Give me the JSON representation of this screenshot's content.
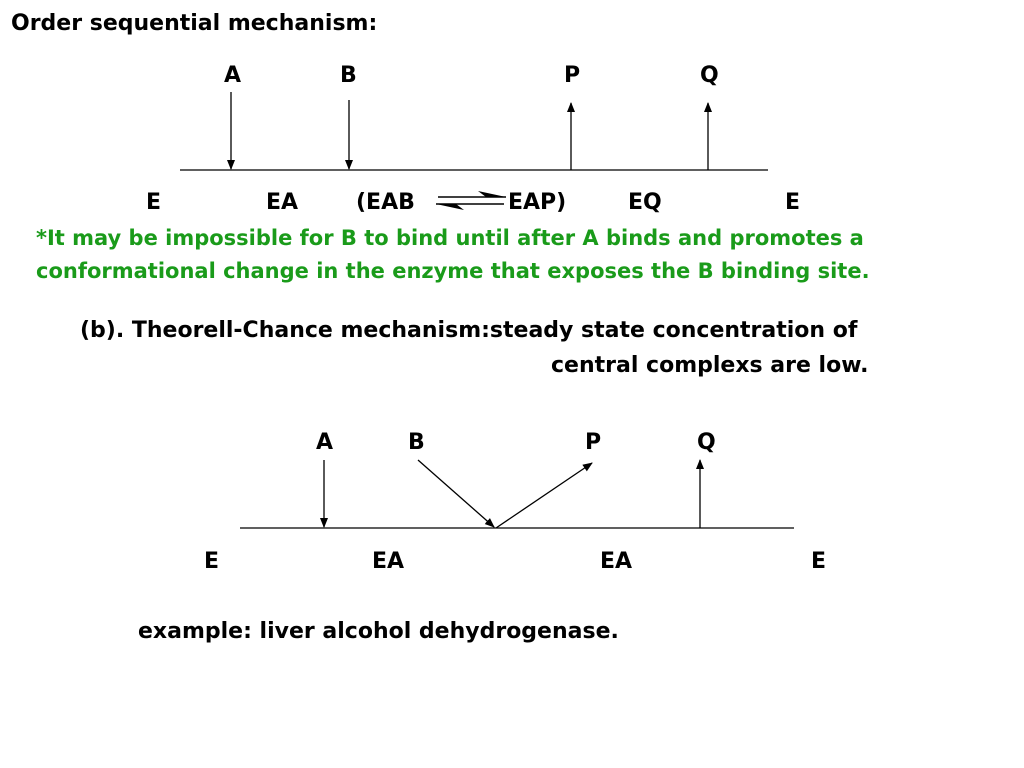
{
  "heading": "Order sequential mechanism:",
  "diagram1": {
    "substrates": [
      "A",
      "B"
    ],
    "products": [
      "P",
      "Q"
    ],
    "species": {
      "e_start": "E",
      "ea": "EA",
      "eab": "(EAB",
      "eap": "EAP)",
      "eq": "EQ",
      "e_end": "E"
    }
  },
  "note": {
    "line1": "*It may be impossible for B to bind until after A binds and promotes a",
    "line2": "conformational change in the enzyme that exposes the B binding site.",
    "color": "#1a9b1a"
  },
  "section_b": {
    "line1": "(b). Theorell-Chance mechanism:steady state concentration of",
    "line2": "central complexs are low."
  },
  "diagram2": {
    "substrates": [
      "A",
      "B"
    ],
    "products": [
      "P",
      "Q"
    ],
    "species": {
      "e_start": "E",
      "ea_left": "EA",
      "ea_right": "EA",
      "e_end": "E"
    }
  },
  "example": "example: liver alcohol dehydrogenase."
}
